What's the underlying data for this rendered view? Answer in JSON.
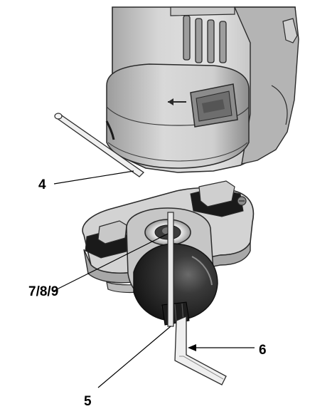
{
  "callouts": [
    {
      "id": "part-4",
      "label": "4"
    },
    {
      "id": "part-7-8-9",
      "label": "7/8/9"
    },
    {
      "id": "part-5",
      "label": "5"
    },
    {
      "id": "part-6",
      "label": "6"
    }
  ],
  "colors": {
    "housing_light": "#d8d8d8",
    "housing_mid": "#bdbdbd",
    "housing_dark": "#8a8a8a",
    "black_part": "#1a1a1a",
    "outline": "#2a2a2a",
    "steel": "#e8e8e8"
  }
}
